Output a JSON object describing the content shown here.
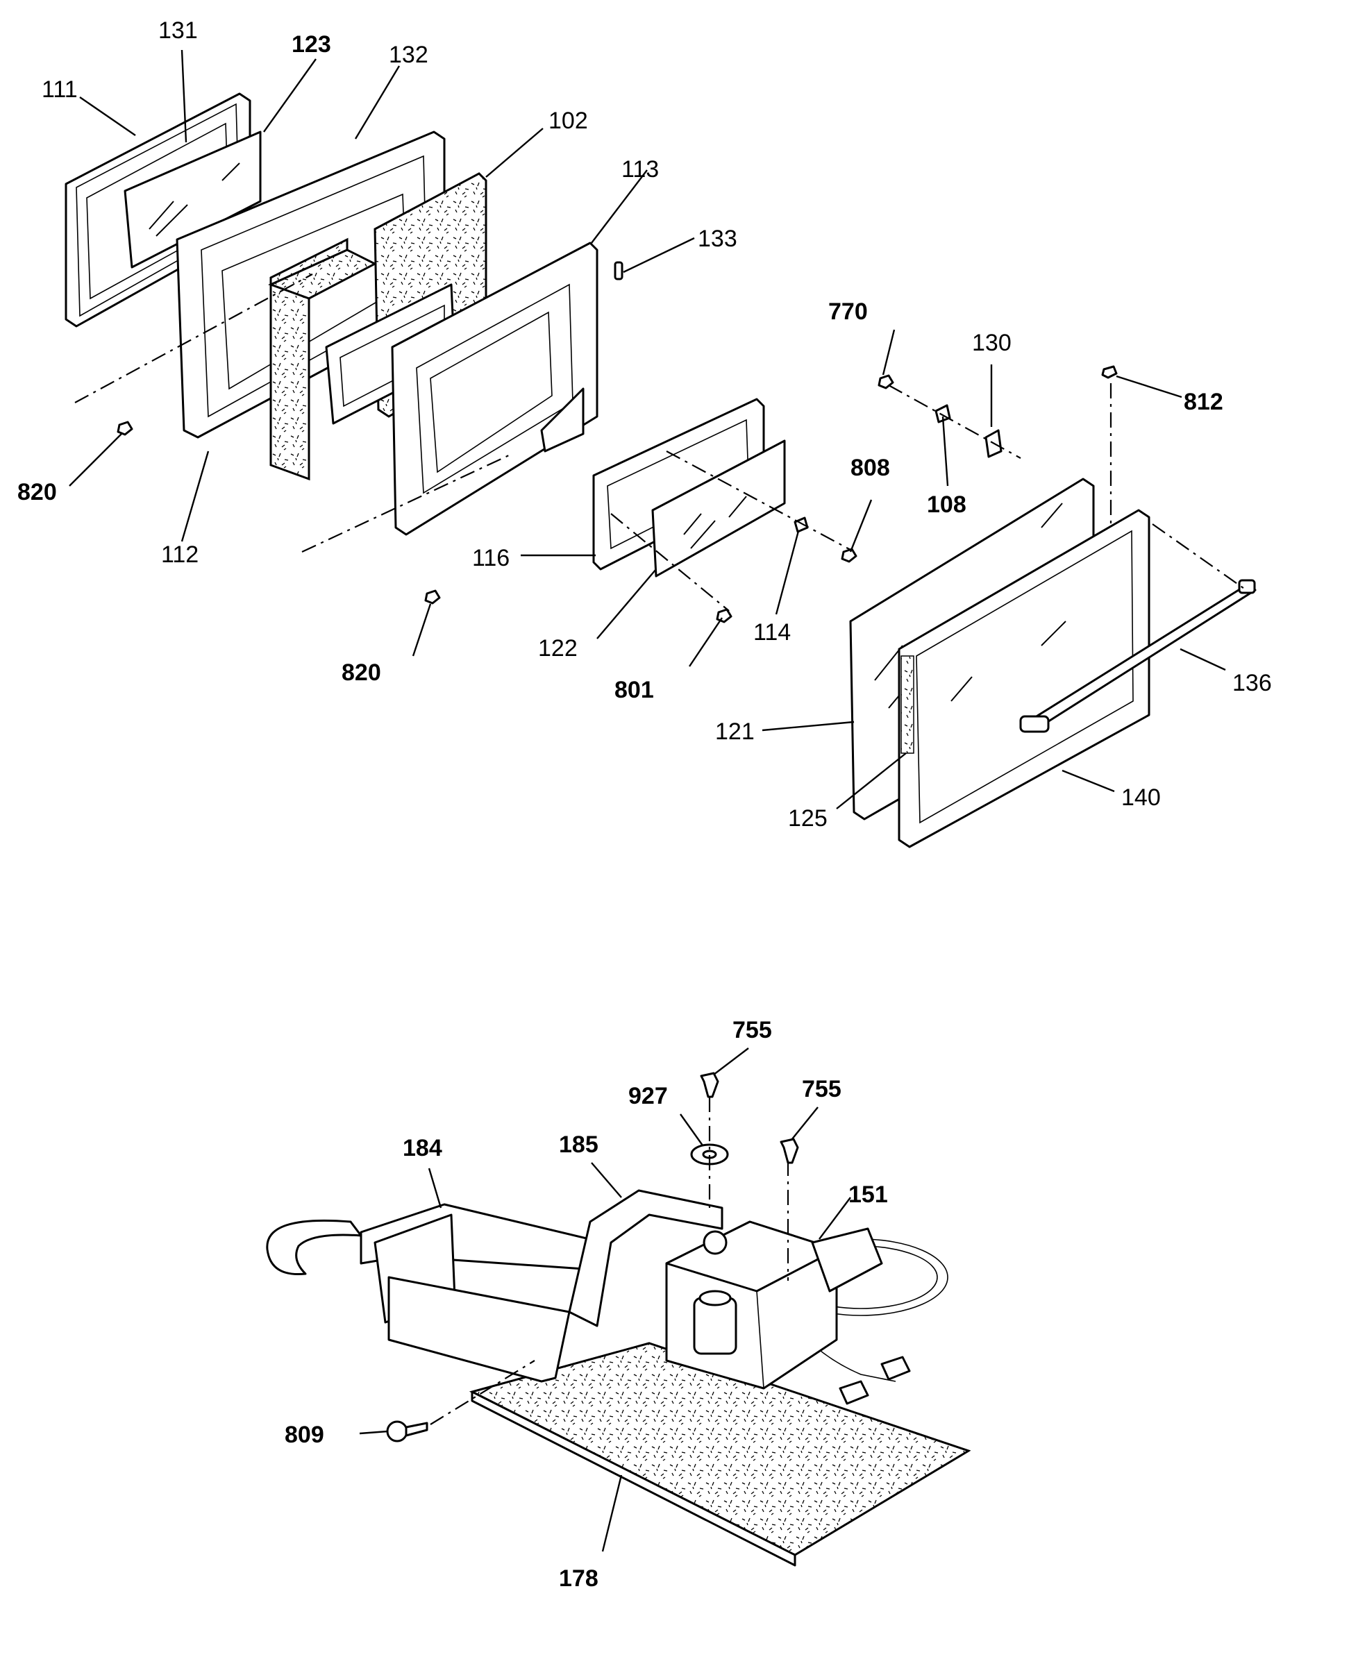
{
  "callouts": [
    {
      "id": "111",
      "bold": false
    },
    {
      "id": "131",
      "bold": false
    },
    {
      "id": "123",
      "bold": true
    },
    {
      "id": "132",
      "bold": false
    },
    {
      "id": "102",
      "bold": false
    },
    {
      "id": "113",
      "bold": false
    },
    {
      "id": "133",
      "bold": false
    },
    {
      "id": "820",
      "bold": true
    },
    {
      "id": "112",
      "bold": false
    },
    {
      "id": "116",
      "bold": false
    },
    {
      "id": "808",
      "bold": true
    },
    {
      "id": "820",
      "bold": true
    },
    {
      "id": "122",
      "bold": false
    },
    {
      "id": "114",
      "bold": false
    },
    {
      "id": "801",
      "bold": true
    },
    {
      "id": "770",
      "bold": true
    },
    {
      "id": "130",
      "bold": false
    },
    {
      "id": "812",
      "bold": true
    },
    {
      "id": "108",
      "bold": true
    },
    {
      "id": "136",
      "bold": false
    },
    {
      "id": "121",
      "bold": false
    },
    {
      "id": "125",
      "bold": false
    },
    {
      "id": "140",
      "bold": false
    },
    {
      "id": "755",
      "bold": true
    },
    {
      "id": "927",
      "bold": true
    },
    {
      "id": "755",
      "bold": true
    },
    {
      "id": "184",
      "bold": true
    },
    {
      "id": "185",
      "bold": true
    },
    {
      "id": "151",
      "bold": true
    },
    {
      "id": "809",
      "bold": true
    },
    {
      "id": "178",
      "bold": true
    }
  ]
}
